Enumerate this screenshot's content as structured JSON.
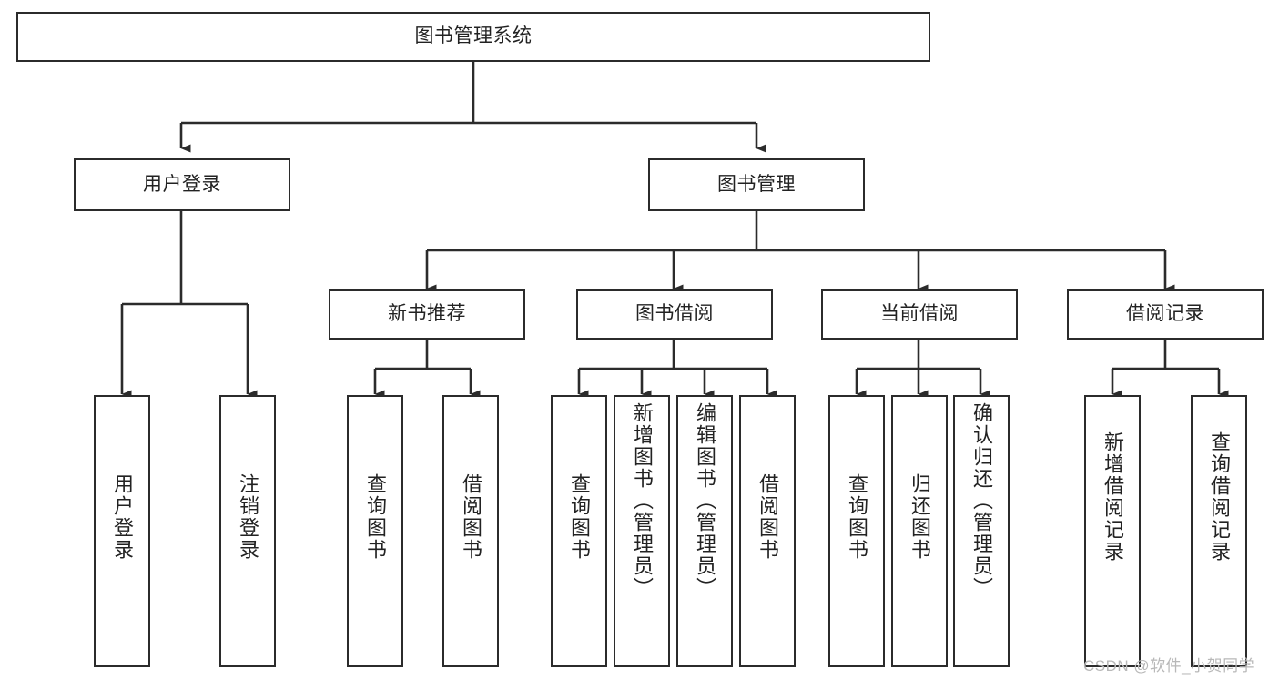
{
  "diagram": {
    "type": "tree-hierarchy-chart",
    "title": "图书管理系统",
    "orientation": "top-down",
    "stroke_color": "#2b2b2b",
    "background_color": "#ffffff",
    "root": {
      "id": "root",
      "label": "图书管理系统"
    },
    "level1": [
      {
        "id": "user-login",
        "label": "用户登录"
      },
      {
        "id": "book-management",
        "label": "图书管理"
      }
    ],
    "level2": [
      {
        "id": "new-book-recommend",
        "label": "新书推荐",
        "parent": "book-management"
      },
      {
        "id": "book-borrow",
        "label": "图书借阅",
        "parent": "book-management"
      },
      {
        "id": "current-borrow",
        "label": "当前借阅",
        "parent": "book-management"
      },
      {
        "id": "borrow-record",
        "label": "借阅记录",
        "parent": "book-management"
      }
    ],
    "leaves": [
      {
        "id": "leaf-user-login",
        "label": "用户登录",
        "parent": "user-login"
      },
      {
        "id": "leaf-logout-login",
        "label": "注销登录",
        "parent": "user-login"
      },
      {
        "id": "leaf-query-book-1",
        "label": "查询图书",
        "parent": "new-book-recommend"
      },
      {
        "id": "leaf-borrow-book-1",
        "label": "借阅图书",
        "parent": "new-book-recommend"
      },
      {
        "id": "leaf-query-book-2",
        "label": "查询图书",
        "parent": "book-borrow"
      },
      {
        "id": "leaf-add-book",
        "label": "新增图书（管理员）",
        "parent": "book-borrow"
      },
      {
        "id": "leaf-edit-book",
        "label": "编辑图书（管理员）",
        "parent": "book-borrow"
      },
      {
        "id": "leaf-borrow-book-2",
        "label": "借阅图书",
        "parent": "book-borrow"
      },
      {
        "id": "leaf-query-book-3",
        "label": "查询图书",
        "parent": "current-borrow"
      },
      {
        "id": "leaf-return-book",
        "label": "归还图书",
        "parent": "current-borrow"
      },
      {
        "id": "leaf-confirm-return",
        "label": "确认归还（管理员）",
        "parent": "current-borrow"
      },
      {
        "id": "leaf-add-record",
        "label": "新增借阅记录",
        "parent": "borrow-record"
      },
      {
        "id": "leaf-query-record",
        "label": "查询借阅记录",
        "parent": "borrow-record"
      }
    ]
  },
  "watermark": {
    "text": "CSDN @软件_小贺同学"
  }
}
